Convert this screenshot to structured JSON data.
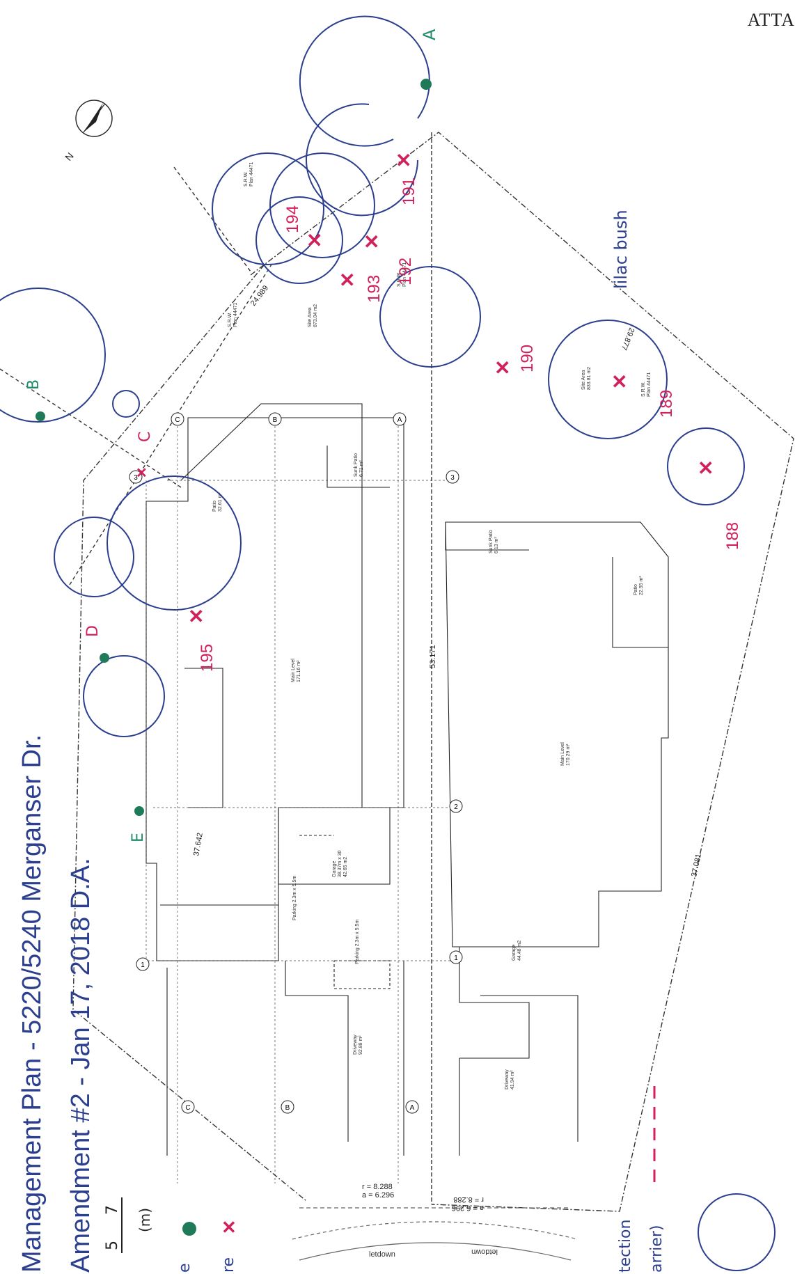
{
  "header": {
    "attachment": "ATTA"
  },
  "title": {
    "line1": "Management Plan - 5220/5240 Merganser Dr.",
    "line2": "Amendment #2 - Jan 17, 2018 D.A.",
    "author": "D.A."
  },
  "legend": {
    "scale_ticks": [
      "5",
      "7"
    ],
    "scale_unit": "(m)",
    "retain_label": "e",
    "remove_label": "re",
    "protection_line1": "tection",
    "protection_line2": "arrier)"
  },
  "note": "lilac bush",
  "trees_retain": [
    {
      "id": "A",
      "tag": "A"
    },
    {
      "id": "B",
      "tag": "B"
    },
    {
      "id": "C",
      "tag": "C"
    },
    {
      "id": "D",
      "tag": "D"
    },
    {
      "id": "E",
      "tag": "E"
    }
  ],
  "trees_remove": [
    "188",
    "189",
    "190",
    "191",
    "192",
    "193",
    "194",
    "195"
  ],
  "grid_labels": {
    "a": "A",
    "b": "B",
    "c": "C",
    "n1": "1",
    "n2": "2",
    "n3": "3"
  },
  "dimensions": {
    "d1": "24.989",
    "d2": "53.171",
    "d3": "37.642",
    "d4": "37.081",
    "d5": "29.877",
    "r1": "r = 8.288",
    "a1": "a = 6.296",
    "r2": "r = 8.288",
    "a2": "a = 6.296"
  },
  "labels": {
    "srw1": "S.R.W.\nPlan 44471",
    "srw2": "S.R.W.\nPlan 44471",
    "srw3": "S.R.W.\nPlan 44471",
    "srw4": "S.R.W.\nPlan 44471",
    "site_area1": "Site Area\n873.04 m2",
    "site_area2": "Site Area\n833.81 m2",
    "main_level1": "Main Level\n171.16 m²",
    "main_level2": "Main Level\n170.29 m²",
    "patio1": "Patio\n32.61 m²",
    "patio2": "Patio\n22.55 m²",
    "garage1": "Garage\n38.37m x 30\n42.65 m2",
    "garage2": "Garage\n44.48 m2",
    "driveway1": "Driveway\n92.88 m²",
    "driveway2": "Driveway\n41.94 m²",
    "sunk_patio1": "Sunk Patio\n6.71 m²",
    "sunk_patio2": "Sunk Patio\n6.13 m²",
    "parking1": "Parking 2.3m x 5.5m",
    "parking2": "Parking 2.3m x 5.5m",
    "letdown1": "letdown",
    "letdown2": "letdown"
  },
  "north_label": "N",
  "colors": {
    "retain": "#1f7a5a",
    "remove": "#d0215a",
    "circle": "#2b3f8e"
  }
}
